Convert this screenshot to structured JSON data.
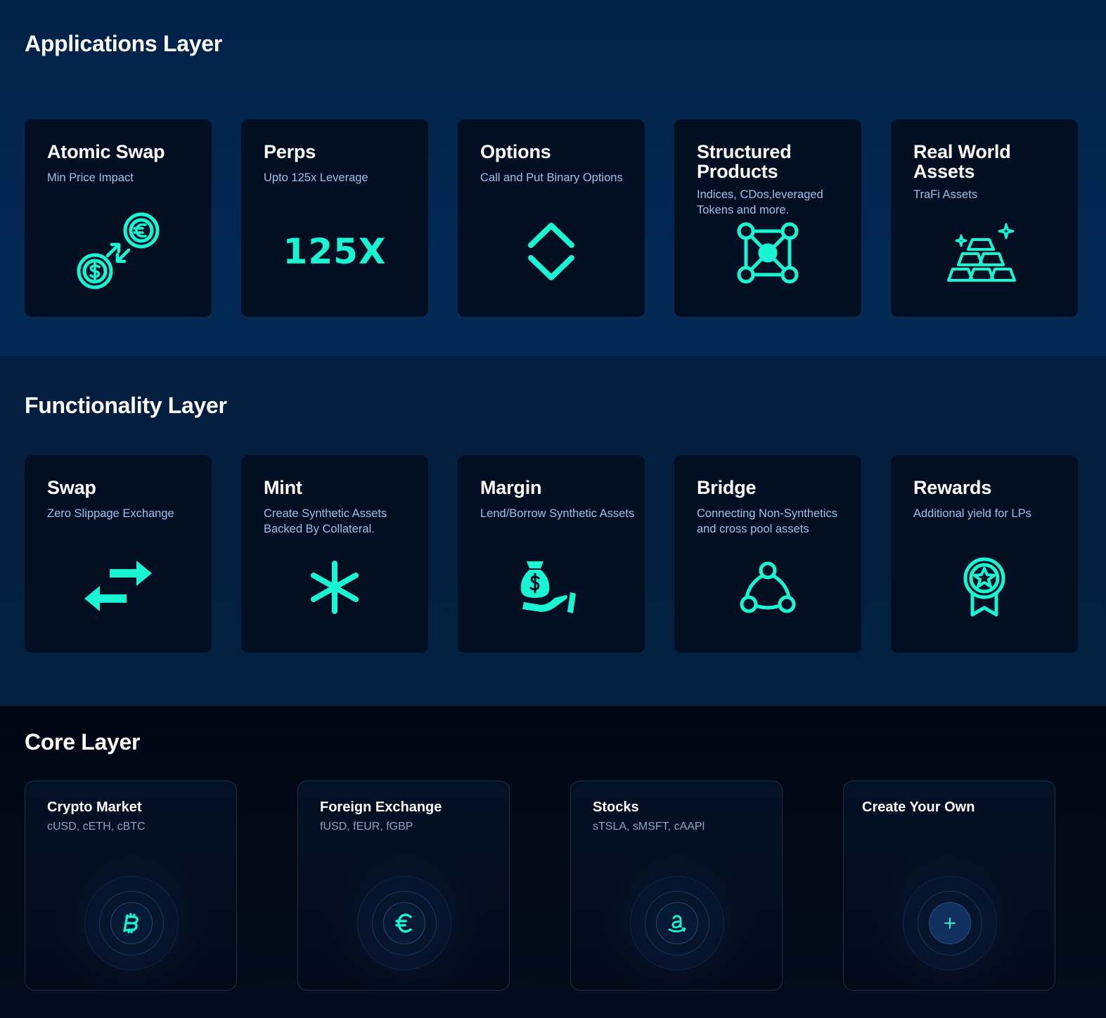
{
  "accent_color": "#19f5d2",
  "applications": {
    "title": "Applications Layer",
    "cards": [
      {
        "title": "Atomic Swap",
        "subtitle": "Min Price Impact",
        "icon": "currency-swap-icon"
      },
      {
        "title": "Perps",
        "subtitle": "Upto 125x Leverage",
        "icon_text": "125X"
      },
      {
        "title": "Options",
        "subtitle": "Call and Put Binary Options",
        "icon": "up-down-chevron-icon"
      },
      {
        "title": "Structured Products",
        "subtitle": "Indices, CDos,leveraged Tokens and more.",
        "icon": "network-nodes-icon"
      },
      {
        "title": "Real World Assets",
        "subtitle": "TraFi Assets",
        "icon": "gold-bars-icon"
      }
    ]
  },
  "functionality": {
    "title": "Functionality Layer",
    "cards": [
      {
        "title": "Swap",
        "subtitle": "Zero Slippage Exchange",
        "icon": "swap-arrows-icon"
      },
      {
        "title": "Mint",
        "subtitle": "Create Synthetic Assets Backed By Collateral.",
        "icon": "asterisk-icon"
      },
      {
        "title": "Margin",
        "subtitle": "Lend/Borrow Synthetic Assets",
        "icon": "money-bag-hand-icon"
      },
      {
        "title": "Bridge",
        "subtitle": "Connecting Non-Synthetics and cross pool assets",
        "icon": "bridge-triangle-icon"
      },
      {
        "title": "Rewards",
        "subtitle": "Additional yield for LPs",
        "icon": "award-badge-icon"
      }
    ]
  },
  "core": {
    "title": "Core Layer",
    "cards": [
      {
        "title": "Crypto Market",
        "subtitle": "cUSD, cETH, cBTC",
        "icon": "bitcoin-icon"
      },
      {
        "title": "Foreign Exchange",
        "subtitle": "fUSD, fEUR, fGBP",
        "icon": "euro-icon"
      },
      {
        "title": "Stocks",
        "subtitle": "sTSLA, sMSFT, cAAPl",
        "icon": "amazon-icon"
      },
      {
        "title": "Create Your Own",
        "subtitle": "",
        "icon": "plus-icon"
      }
    ]
  }
}
